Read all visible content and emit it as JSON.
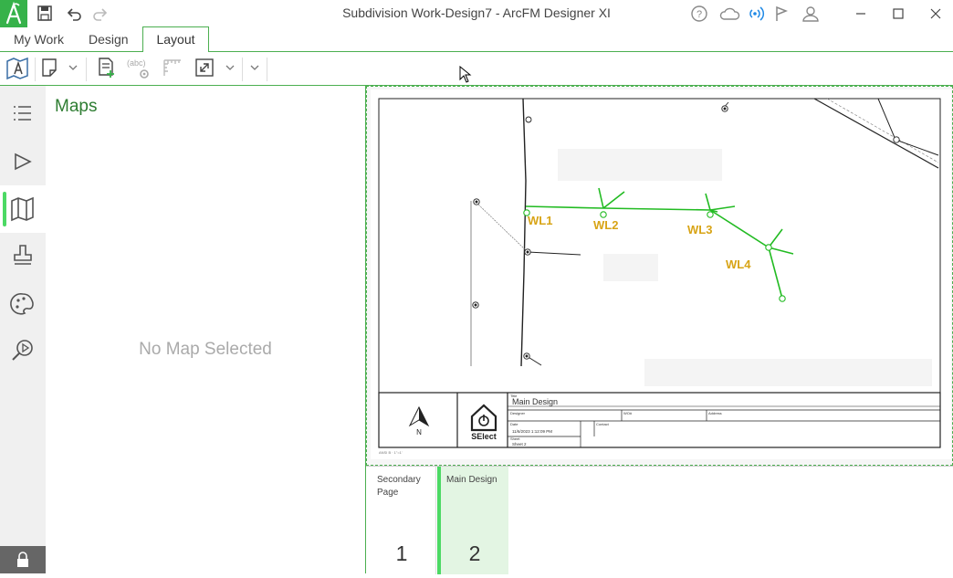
{
  "window": {
    "title": "Subdivision Work-Design7 - ArcFM Designer XI",
    "logo_letter": "A",
    "accent": "#36b24a"
  },
  "ribbon": {
    "tabs": [
      {
        "label": "My Work"
      },
      {
        "label": "Design"
      },
      {
        "label": "Layout",
        "active": true
      }
    ]
  },
  "maps_panel": {
    "title": "Maps",
    "empty_message": "No Map Selected"
  },
  "map": {
    "labels": [
      "WL1",
      "WL2",
      "WL3",
      "WL4"
    ],
    "label_color": "#d8a416",
    "line_color": "#22bb22"
  },
  "title_block": {
    "north": "N",
    "logo_text": "SElect",
    "title_caption": "Title",
    "title_value": "Main Design",
    "designer_caption": "Designer",
    "wo_caption": "WO#",
    "address_caption": "Address",
    "date_caption": "Date",
    "date_value": "11/6/2023 1:12:09 PM",
    "contact_caption": "Contact",
    "sheet_caption": "Sheet",
    "sheet_value": "Sheet 2",
    "scale_text": "ANSI B · 1\"=1'"
  },
  "pages": [
    {
      "label": "Secondary Page",
      "number": "1",
      "active": false
    },
    {
      "label": "Main Design",
      "number": "2",
      "active": true
    }
  ]
}
